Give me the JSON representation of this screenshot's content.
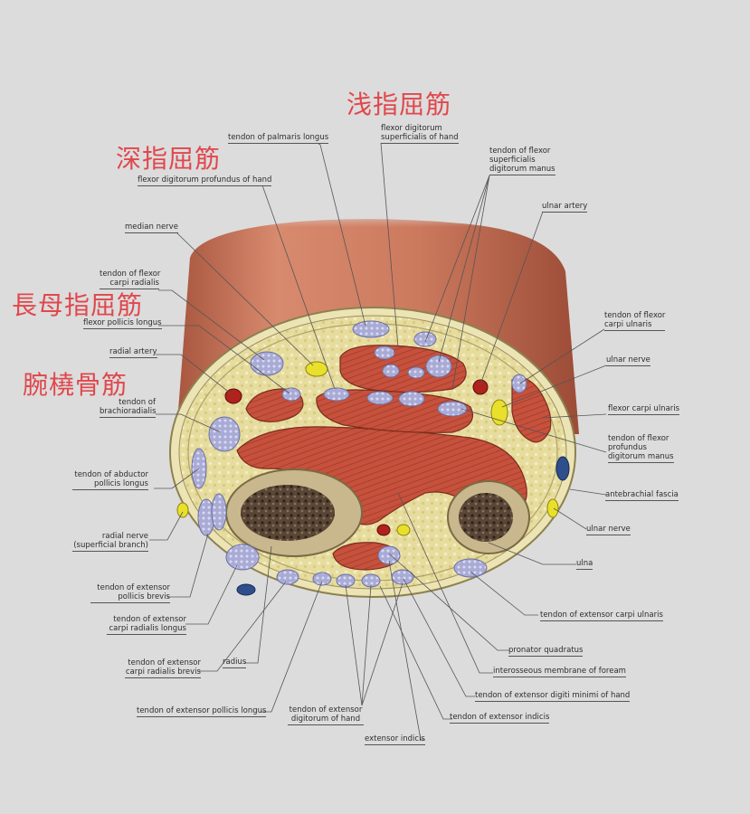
{
  "jp_labels": {
    "superficialis": "浅指屈筋",
    "profundus": "深指屈筋",
    "pollicis_longus": "長母指屈筋",
    "brachioradialis": "腕橈骨筋"
  },
  "labels": {
    "palmaris_longus": "tendon of palmaris longus",
    "fds_hand_1": "flexor digitorum",
    "fds_hand_2": "superficialis of hand",
    "fdp_hand": "flexor digitorum profundus of hand",
    "fds_manus_1": "tendon of flexor",
    "fds_manus_2": "superficialis",
    "fds_manus_3": "digitorum manus",
    "ulnar_artery": "ulnar artery",
    "median_nerve": "median nerve",
    "fcr_1": "tendon of flexor",
    "fcr_2": "carpi radialis",
    "fpl": "flexor pollicis longus",
    "radial_artery": "radial artery",
    "br_1": "tendon of",
    "br_2": "brachioradialis",
    "fcu_tendon_1": "tendon of flexor",
    "fcu_tendon_2": "carpi ulnaris",
    "ulnar_nerve_top": "ulnar nerve",
    "fcu": "flexor carpi ulnaris",
    "fdp_manus_1": "tendon of flexor",
    "fdp_manus_2": "profundus",
    "fdp_manus_3": "digitorum manus",
    "apl_1": "tendon of abductor",
    "apl_2": "pollicis longus",
    "antebrachial_fascia": "antebrachial fascia",
    "radial_nerve_1": "radial nerve",
    "radial_nerve_2": "(superficial branch)",
    "ulnar_nerve_bottom": "ulnar nerve",
    "ulna": "ulna",
    "epb_1": "tendon of extensor",
    "epb_2": "pollicis brevis",
    "ecu": "tendon of extensor carpi ulnaris",
    "ecrl_1": "tendon of extensor",
    "ecrl_2": "carpi radialis longus",
    "pronator": "pronator quadratus",
    "radius": "radius",
    "ecrb_1": "tendon of extensor",
    "ecrb_2": "carpi radialis brevis",
    "interosseous": "interosseous membrane of foream",
    "edm": "tendon of extensor digiti minimi of hand",
    "epl": "tendon of extensor pollicis longus",
    "ed_1": "tendon of extensor",
    "ed_2": "digitorum of hand",
    "ei_tendon": "tendon of extensor indicis",
    "ei": "extensor indicis"
  },
  "colors": {
    "background": "#dcdcdc",
    "skin": "#cc7a5e",
    "fat": "#e4d99a",
    "muscle": "#c6513c",
    "tendon": "#a9abd6",
    "nerve": "#e8e02a",
    "artery": "#b0221c",
    "vein": "#2e4e8c",
    "bone": "#c9b88d",
    "marrow": "#5a4636",
    "japanese_label": "#e0474c"
  }
}
